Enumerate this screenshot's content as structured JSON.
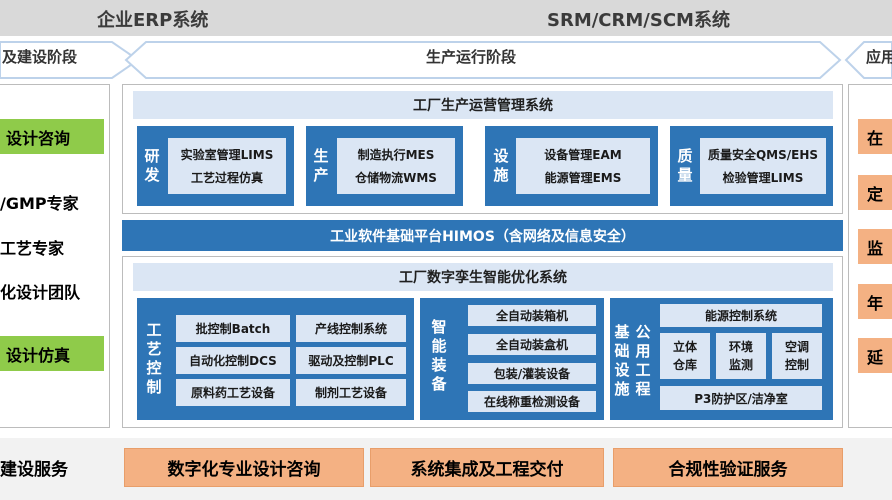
{
  "top": {
    "left_title": "企业ERP系统",
    "right_title": "SRM/CRM/SCM系统"
  },
  "phases": {
    "left": "及建设阶段",
    "middle": "生产运行阶段",
    "right": "应用"
  },
  "left_items": [
    {
      "label": "设计咨询",
      "highlight": true
    },
    {
      "label": "/GMP专家",
      "highlight": false
    },
    {
      "label": "工艺专家",
      "highlight": false
    },
    {
      "label": "化设计团队",
      "highlight": false
    },
    {
      "label": "设计仿真",
      "highlight": true
    }
  ],
  "right_items": [
    "在",
    "定",
    "监",
    "年",
    "延"
  ],
  "ops": {
    "title": "工厂生产运营管理系统",
    "groups": [
      {
        "label": "研发",
        "items": [
          "实验室管理LIMS",
          "工艺过程仿真"
        ]
      },
      {
        "label": "生产",
        "items": [
          "制造执行MES",
          "仓储物流WMS"
        ]
      },
      {
        "label": "设施",
        "items": [
          "设备管理EAM",
          "能源管理EMS"
        ]
      },
      {
        "label": "质量",
        "items": [
          "质量安全QMS/EHS",
          "检验管理LIMS"
        ]
      }
    ]
  },
  "platform": {
    "title": "工业软件基础平台HIMOS（含网络及信息安全）"
  },
  "twin": {
    "title": "工厂数字孪生智能优化系统",
    "process_control": {
      "label": "工艺控制",
      "items": [
        "批控制Batch",
        "产线控制系统",
        "自动化控制DCS",
        "驱动及控制PLC",
        "原料药工艺设备",
        "制剂工艺设备"
      ]
    },
    "smart_equipment": {
      "label": "智能装备",
      "items": [
        "全自动装箱机",
        "全自动装盒机",
        "包装/灌装设备",
        "在线称重检测设备"
      ]
    },
    "utilities": {
      "label1": "基础设施",
      "label2": "公用工程",
      "top": "能源控制系统",
      "mid": [
        [
          "立体",
          "仓库"
        ],
        [
          "环境",
          "监测"
        ],
        [
          "空调",
          "控制"
        ]
      ],
      "bottom": "P3防护区/洁净室"
    }
  },
  "bottom": {
    "left_label": "建设服务",
    "services": [
      "数字化专业设计咨询",
      "系统集成及工程交付",
      "合规性验证服务"
    ]
  },
  "colors": {
    "blue": "#2e75b6",
    "light_blue": "#dbe6f4",
    "green": "#8fcb4a",
    "orange": "#f4b183",
    "top_band": "#d9d9d9"
  }
}
